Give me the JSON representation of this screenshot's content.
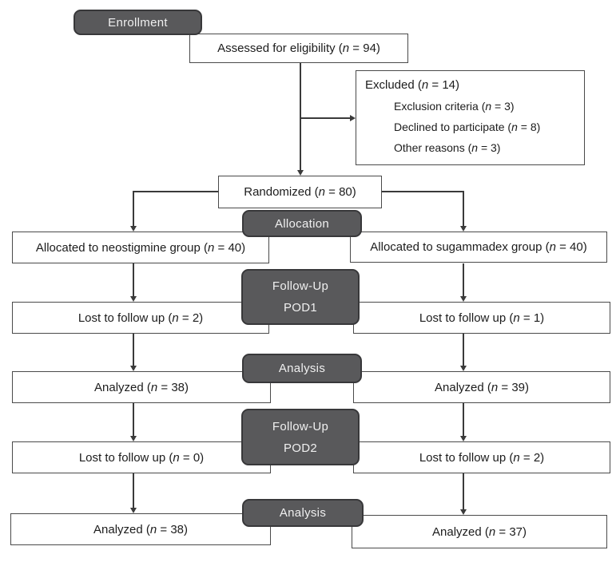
{
  "diagram_type": "consort-flow-diagram",
  "colors": {
    "stage_fill": "#59595b",
    "stage_border": "#38383a",
    "stage_text": "#f0f0f0",
    "box_fill": "#ffffff",
    "box_border": "#4a4a4a",
    "text": "#1c1c1c",
    "connector": "#3a3a3a",
    "background": "#ffffff"
  },
  "stages": {
    "enrollment": {
      "label": "Enrollment"
    },
    "allocation": {
      "label": "Allocation"
    },
    "followup1": {
      "line1": "Follow-Up",
      "line2": "POD1"
    },
    "analysis1": {
      "label": "Analysis"
    },
    "followup2": {
      "line1": "Follow-Up",
      "line2": "POD2"
    },
    "analysis2": {
      "label": "Analysis"
    }
  },
  "nodes": {
    "assessed": {
      "prefix": "Assessed for eligibility (",
      "n": "n",
      "suffix": " = 94)"
    },
    "excluded": {
      "title": {
        "prefix": "Excluded (",
        "n": "n",
        "suffix": " = 14)"
      },
      "reasons": [
        {
          "prefix": "Exclusion criteria (",
          "n": "n",
          "suffix": " = 3)"
        },
        {
          "prefix": "Declined to participate (",
          "n": "n",
          "suffix": " = 8)"
        },
        {
          "prefix": "Other reasons (",
          "n": "n",
          "suffix": " = 3)"
        }
      ]
    },
    "randomized": {
      "prefix": "Randomized (",
      "n": "n",
      "suffix": " = 80)"
    },
    "alloc_left": {
      "prefix": "Allocated to neostigmine group (",
      "n": "n",
      "suffix": " = 40)"
    },
    "alloc_right": {
      "prefix": "Allocated to sugammadex group (",
      "n": "n",
      "suffix": " = 40)"
    },
    "lost1_left": {
      "prefix": "Lost to follow up (",
      "n": "n",
      "suffix": " = 2)"
    },
    "lost1_right": {
      "prefix": "Lost to follow up (",
      "n": "n",
      "suffix": " = 1)"
    },
    "analyzed1_left": {
      "prefix": "Analyzed (",
      "n": "n",
      "suffix": " = 38)"
    },
    "analyzed1_right": {
      "prefix": "Analyzed (",
      "n": "n",
      "suffix": " = 39)"
    },
    "lost2_left": {
      "prefix": "Lost to follow up (",
      "n": "n",
      "suffix": " = 0)"
    },
    "lost2_right": {
      "prefix": "Lost to follow up (",
      "n": "n",
      "suffix": " = 2)"
    },
    "analyzed2_left": {
      "prefix": "Analyzed (",
      "n": "n",
      "suffix": " = 38)"
    },
    "analyzed2_right": {
      "prefix": "Analyzed (",
      "n": "n",
      "suffix": " = 37)"
    }
  }
}
